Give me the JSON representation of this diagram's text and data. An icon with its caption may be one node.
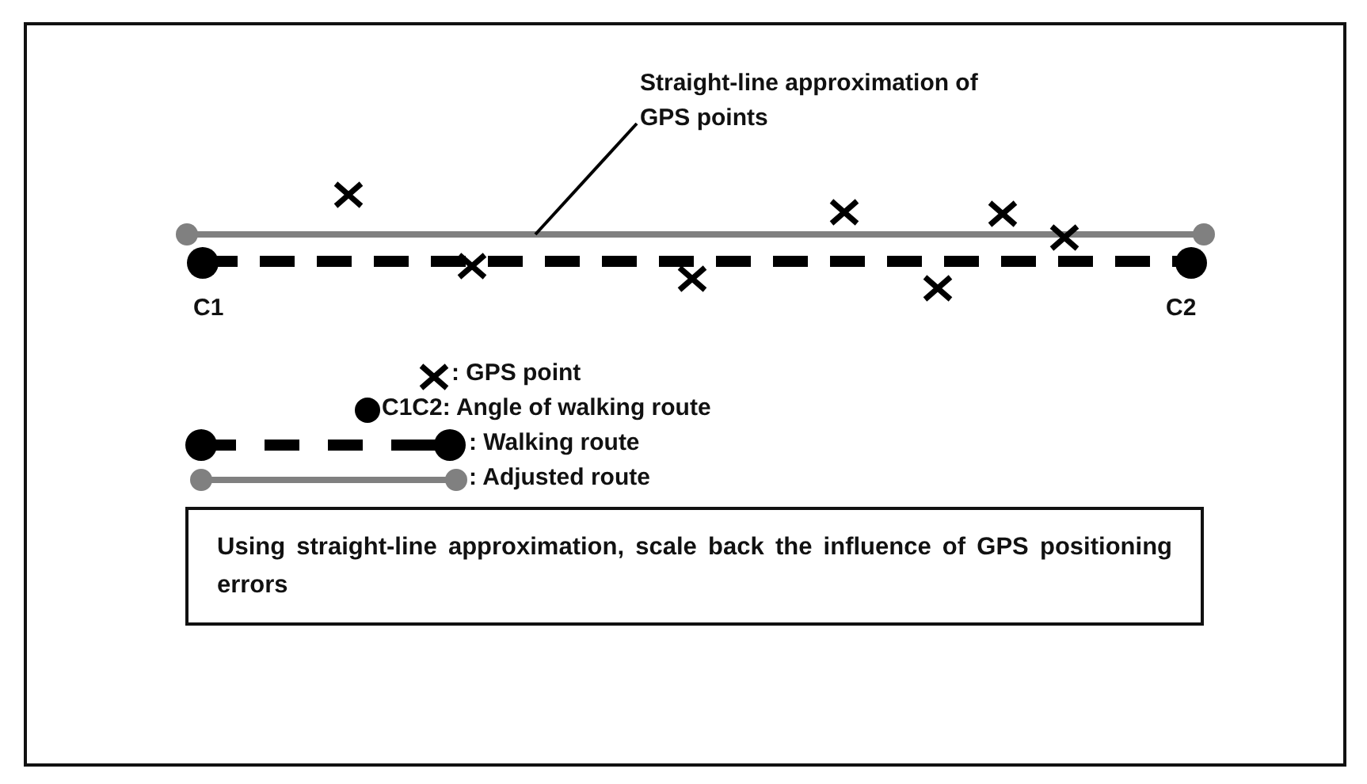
{
  "diagram": {
    "nodes": [
      {
        "text": [
          "Straight-line approximation of GPS points"
        ]
      },
      {
        "text": [],
        "shape": "bar"
      },
      {
        "text": [
          "Using straight-line approximation, scale back the influence of GPS positioning errors"
        ]
      }
    ],
    "edges": [
      {
        "from": 0,
        "to": 1,
        "arrow": "none"
      }
    ],
    "labels": [
      "C1",
      "C2"
    ],
    "legend": [
      {
        "text": ": GPS point"
      },
      {
        "text": "C1C2: Angle of walking route"
      },
      {
        "text": ": Walking route"
      },
      {
        "text": ": Adjusted route"
      }
    ]
  }
}
